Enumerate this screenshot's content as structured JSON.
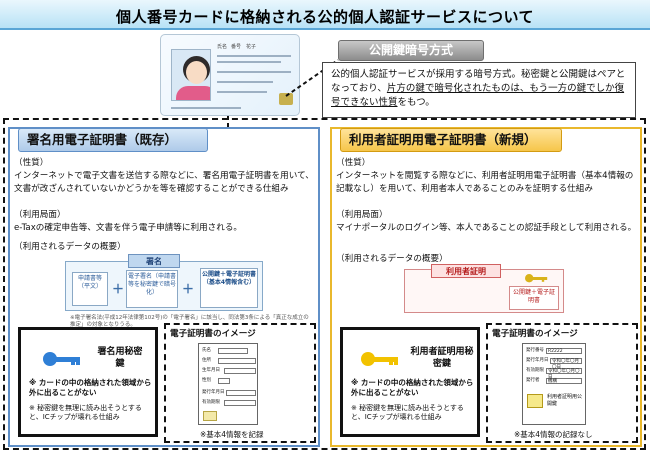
{
  "title": "個人番号カードに格納される公的個人認証サービスについて",
  "card": {
    "name_label": "氏名",
    "name_value": "番号　花子"
  },
  "public_key": {
    "label": "公開鍵暗号方式",
    "text_before": "公的個人認証サービスが採用する暗号方式。秘密鍵と公開鍵はペアとなっており、",
    "text_underlined": "片方の鍵で暗号化されたものは、もう一方の鍵でしか復号できない性質",
    "text_after": "をもつ。"
  },
  "left": {
    "title": "署名用電子証明書（既存）",
    "nature_head": "（性質）",
    "nature_body": "インターネットで電子文書を送信する際などに、署名用電子証明書を用いて、文書が改ざんされていないかどうかを等を確認することができる仕組み",
    "usage_head": "（利用局面）",
    "usage_body": "e-Taxの確定申告等、文書を伴う電子申請等に利用される。",
    "data_head": "（利用されるデータの概要）",
    "diagram": {
      "tag": "署名",
      "doc": "申請書等（平文）",
      "sig": "電子署名（申請書等を秘密鍵で暗号化）",
      "cert": "公開鍵＋電子証明書（基本4情報含む）",
      "footnote": "※電子署名法(平成12年法律第102号)の「電子署名」に該当し、同法第3条による「真正な成立の推定」の対象となりうる。"
    },
    "key_name": "署名用秘密鍵",
    "key_note1": "※ カードの中の格納された領域から外に出ることがない",
    "key_note2": "※ 秘密鍵を無理に読み出そうとすると、ICチップが壊れる仕組み",
    "img_title": "電子証明書のイメージ",
    "img_note": "※基本4情報を記録",
    "cert_rows": [
      "氏名",
      "住所",
      "生年月日",
      "性別",
      "発行年月日",
      "有効期限"
    ]
  },
  "right": {
    "title": "利用者証明用電子証明書（新規）",
    "nature_head": "（性質）",
    "nature_body": "インターネットを閲覧する際などに、利用者証明用電子証明書（基本4情報の記載なし）を用いて、利用者本人であることのみを証明する仕組み",
    "usage_head": "（利用局面）",
    "usage_body": "マイナポータルのログイン等、本人であることの認証手段として利用される。",
    "data_head": "（利用されるデータの概要）",
    "diagram": {
      "tag": "利用者証明",
      "cert": "公開鍵＋電子証明書"
    },
    "key_name": "利用者証明用秘密鍵",
    "key_note1": "※ カードの中の格納された領域から外に出ることがない",
    "key_note2": "※ 秘密鍵を無理に読み出そうとすると、ICチップが壊れる仕組み",
    "img_title": "電子証明書のイメージ",
    "img_note": "※基本4情報の記録なし",
    "cert_rows": [
      "発行番号",
      "発行年月日",
      "有効期限",
      "発行者"
    ],
    "cert_values": [
      "R2222",
      "令和〇年〇月〇日",
      "令和〇年〇月〇日",
      "機構"
    ],
    "cert_caption": "利用者証明用公開鍵"
  },
  "colors": {
    "left_accent": "#5f8fc7",
    "right_accent": "#e9b82c",
    "signature_key": "#2f7fd6",
    "user_key": "#f2c200"
  }
}
